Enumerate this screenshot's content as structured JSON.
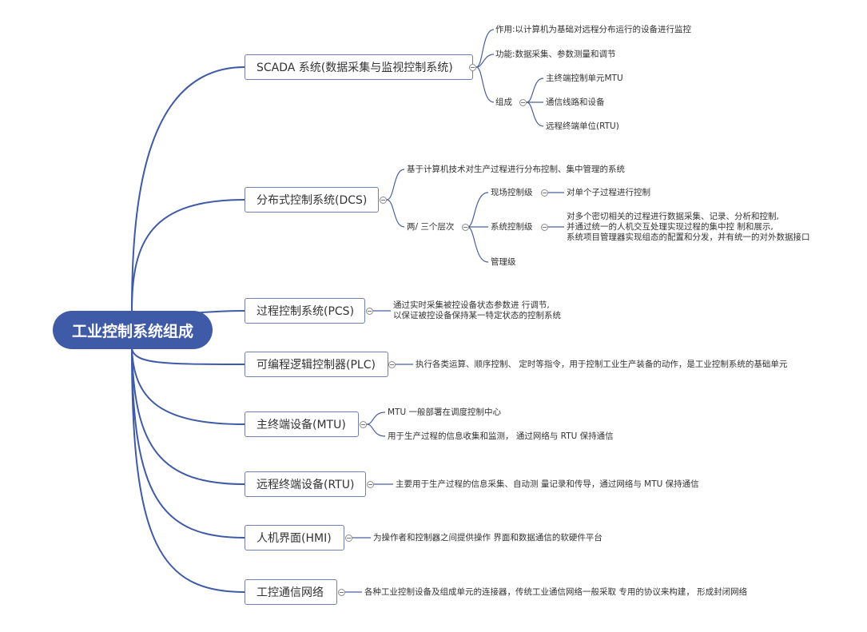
{
  "root": {
    "label": "工业控制系统组成"
  },
  "branches": {
    "scada": {
      "label": "SCADA 系统(数据采集与监视控制系统)",
      "role": "作用:以计算机为基础对远程分布运行的设备进行监控",
      "function": "功能:数据采集、参数测量和调节",
      "composition": {
        "label": "组成",
        "items": [
          "主终端控制单元MTU",
          "通信线路和设备",
          "远程终端单位(RTU)"
        ]
      }
    },
    "dcs": {
      "label": "分布式控制系统(DCS)",
      "desc": "基于计算机技术对生产过程进行分布控制、集中管理的系统",
      "levels": {
        "label": "两/ 三个层次",
        "field": {
          "label": "现场控制级",
          "desc": "对单个子过程进行控制"
        },
        "system": {
          "label": "系统控制级",
          "desc": [
            "对多个密切相关的过程进行数据采集、记录、分析和控制,",
            "并通过统一的人机交互处理实现过程的集中控 制和展示,",
            "系统项目管理器实现组态的配置和分发，并有统一的对外数据接口"
          ]
        },
        "manage": {
          "label": "管理级"
        }
      }
    },
    "pcs": {
      "label": "过程控制系统(PCS)",
      "desc": [
        "通过实时采集被控设备状态参数进 行调节,",
        "以保证被控设备保持某一特定状态的控制系统"
      ]
    },
    "plc": {
      "label": "可编程逻辑控制器(PLC)",
      "desc": "执行各类运算、顺序控制、 定时等指令，用于控制工业生产装备的动作，是工业控制系统的基础单元"
    },
    "mtu": {
      "label": "主终端设备(MTU)",
      "items": [
        "MTU 一般部署在调度控制中心",
        "用于生产过程的信息收集和监测， 通过网络与 RTU 保持通信"
      ]
    },
    "rtu": {
      "label": "远程终端设备(RTU)",
      "desc": "主要用于生产过程的信息采集、自动测 量记录和传导，通过网络与 MTU 保持通信"
    },
    "hmi": {
      "label": "人机界面(HMI)",
      "desc": "为操作者和控制器之间提供操作 界面和数据通信的软硬件平台"
    },
    "net": {
      "label": "工控通信网络",
      "desc": "各种工业控制设备及组成单元的连接器，传统工业通信网络一般采取 专用的协议来构建， 形成封闭网络"
    }
  },
  "colors": {
    "root": "#3f5aa6",
    "trunk_line": "#3f5aa6",
    "branch_border": "#6f7fb3",
    "leaf_line": "#4a5fa0"
  }
}
